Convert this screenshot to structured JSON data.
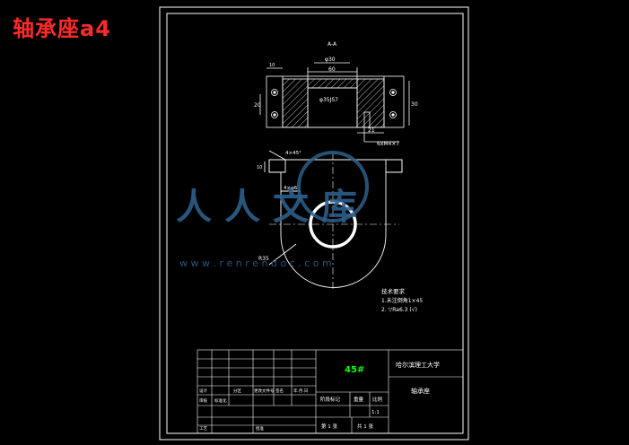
{
  "page_title": "轴承座a4",
  "watermark": {
    "brand": "人人文库",
    "url": "w w w . r e n r e n d o c . c o m"
  },
  "drawing": {
    "section_label": "A-A",
    "dims": {
      "top_width": "60",
      "top_inner": "φ30",
      "bore": "φ35JS7",
      "left_small": "10",
      "left_height": "20",
      "right_height": "30",
      "bottom_len": "21",
      "thread": "6xM4×7",
      "chamfer": "4×45°",
      "holes": "4×φ6",
      "radius": "R35",
      "side_h": "10"
    },
    "notes": {
      "heading": "技术要求",
      "line1": "1.未注倒角1×45",
      "line2": "2. ▽Ra6.3 (√)"
    }
  },
  "title_block": {
    "material": "45#",
    "school": "哈尔滨理工大学",
    "part_name": "轴承座",
    "stage_label": "阶段标记",
    "weight_label": "重量",
    "scale_label": "比例",
    "scale_value": "1:1",
    "sheet_label": "第 1 张",
    "total_label": "共 1 张",
    "row_design": "设计",
    "row_check": "审核",
    "row_process": "工艺",
    "col_std": "标准化",
    "col_date": "年.月.日",
    "col_sign": "签名",
    "col_batch": "批准",
    "col_partition": "分区",
    "col_change": "更改文件号"
  }
}
